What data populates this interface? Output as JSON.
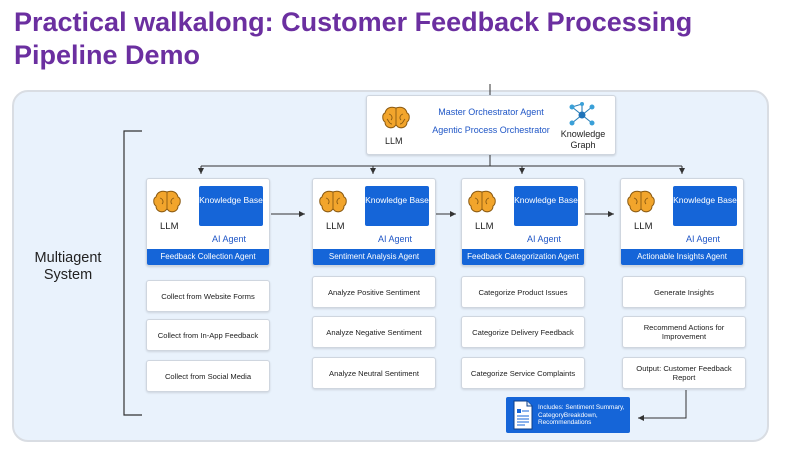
{
  "title": "Practical walkalong: Customer Feedback Processing Pipeline Demo",
  "system_label": "Multiagent System",
  "orchestrator": {
    "name": "Master Orchestrator Agent",
    "subtitle": "Agentic Process Orchestrator",
    "llm_label": "LLM",
    "kg_label": "Knowledge Graph"
  },
  "agents": [
    {
      "llm_label": "LLM",
      "kb_label": "Knowledge Base",
      "ai_label": "AI Agent",
      "name": "Feedback Collection Agent",
      "tasks": [
        "Collect from Website Forms",
        "Collect from In-App Feedback",
        "Collect from Social Media"
      ]
    },
    {
      "llm_label": "LLM",
      "kb_label": "Knowledge Base",
      "ai_label": "AI Agent",
      "name": "Sentiment Analysis Agent",
      "tasks": [
        "Analyze Positive Sentiment",
        "Analyze Negative Sentiment",
        "Analyze Neutral Sentiment"
      ]
    },
    {
      "llm_label": "LLM",
      "kb_label": "Knowledge Base",
      "ai_label": "AI Agent",
      "name": "Feedback Categorization Agent",
      "tasks": [
        "Categorize Product Issues",
        "Categorize Delivery Feedback",
        "Categorize Service Complaints"
      ]
    },
    {
      "llm_label": "LLM",
      "kb_label": "Knowledge Base",
      "ai_label": "AI Agent",
      "name": "Actionable Insights Agent",
      "tasks": [
        "Generate Insights",
        "Recommend Actions for Improvement",
        "Output: Customer Feedback Report"
      ]
    }
  ],
  "report_note": "Includes: Sentiment Summary, CategoryBreakdown, Recommendations",
  "colors": {
    "title": "#6b2fa0",
    "accent_blue": "#1565d8",
    "panel_bg": "#e9f2fc"
  },
  "icons": {
    "llm": "brain-icon",
    "knowledge_graph": "network-graph-icon",
    "report": "document-icon"
  }
}
